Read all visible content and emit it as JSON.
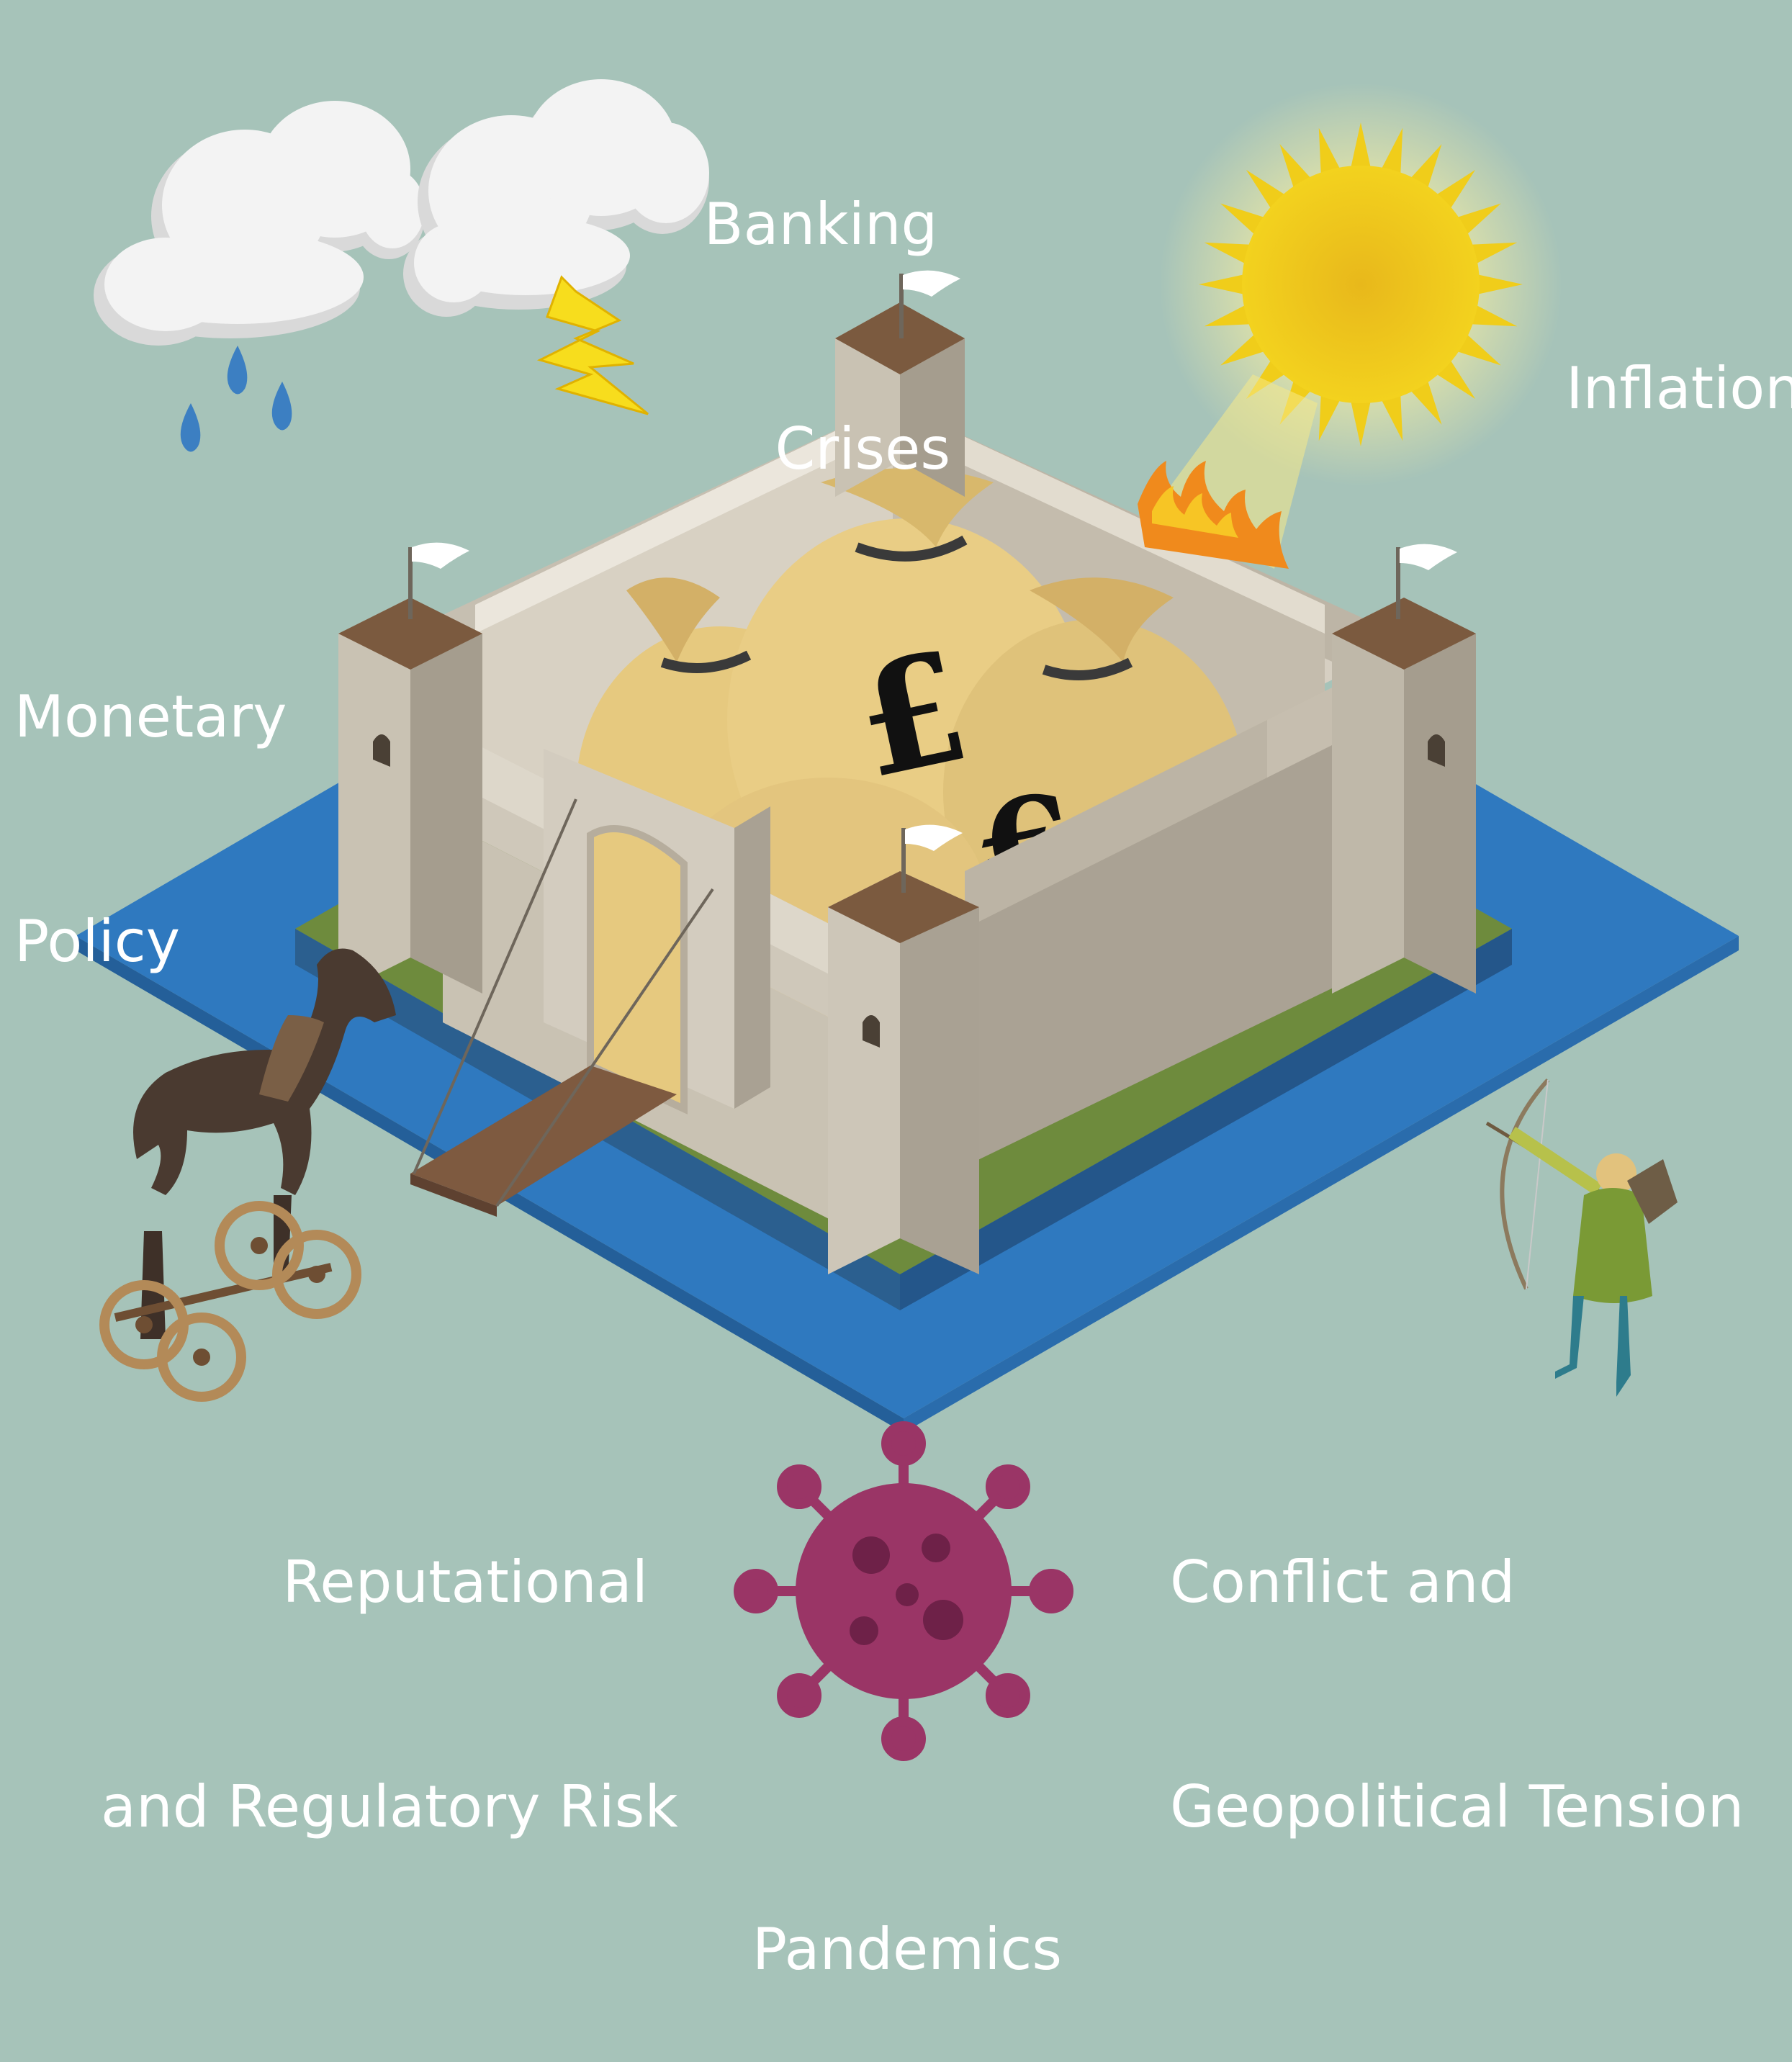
{
  "risks": {
    "banking_crises": {
      "line1": "Banking",
      "line2": "Crises"
    },
    "inflation": {
      "line1": "Inflation"
    },
    "monetary_policy": {
      "line1": "Monetary",
      "line2": "Policy"
    },
    "reputational_regulatory": {
      "line1": "Reputational",
      "line2": "and Regulatory Risk"
    },
    "conflict_geopolitical": {
      "line1": "Conflict and",
      "line2": "Geopolitical Tension"
    },
    "pandemics": {
      "line1": "Pandemics"
    }
  },
  "currency_symbols": {
    "pound": "£",
    "euro": "€",
    "dollar": "$"
  },
  "icons": [
    "rain-cloud-icon",
    "storm-cloud-icon",
    "lightning-icon",
    "sun-icon",
    "castle-icon",
    "money-bag-icon",
    "trojan-horse-icon",
    "archer-icon",
    "virus-icon"
  ],
  "colors": {
    "background": "#a6c3b9",
    "moat": "#2f79bf",
    "castle_stone": "#b7b0a2",
    "sun": "#f0cd1a",
    "virus": "#9a3566",
    "money_bag": "#e3c57e",
    "label_text": "#ffffff"
  }
}
